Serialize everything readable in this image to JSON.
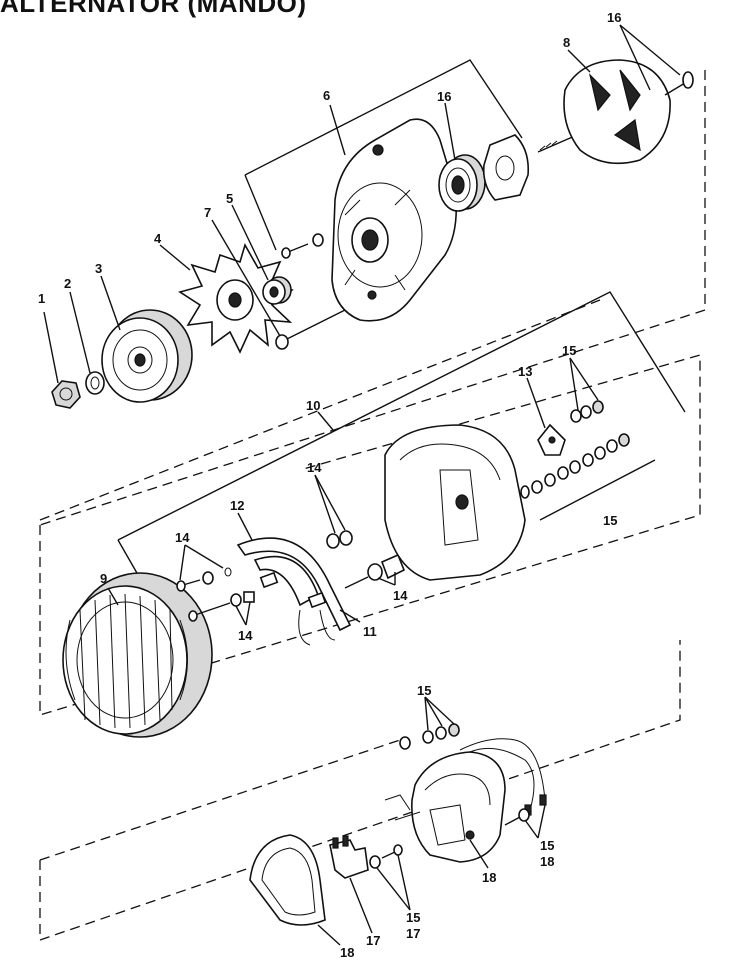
{
  "title": "ALTERNATOR (MANDO)",
  "callouts": [
    {
      "id": "c1",
      "text": "1"
    },
    {
      "id": "c2",
      "text": "2"
    },
    {
      "id": "c3",
      "text": "3"
    },
    {
      "id": "c4",
      "text": "4"
    },
    {
      "id": "c5",
      "text": "5"
    },
    {
      "id": "c6",
      "text": "6"
    },
    {
      "id": "c7",
      "text": "7"
    },
    {
      "id": "c8",
      "text": "8"
    },
    {
      "id": "c9",
      "text": "9"
    },
    {
      "id": "c10",
      "text": "10"
    },
    {
      "id": "c11",
      "text": "11"
    },
    {
      "id": "c12",
      "text": "12"
    },
    {
      "id": "c13",
      "text": "13"
    },
    {
      "id": "c14a",
      "text": "14"
    },
    {
      "id": "c14b",
      "text": "14"
    },
    {
      "id": "c14c",
      "text": "14"
    },
    {
      "id": "c14d",
      "text": "14"
    },
    {
      "id": "c15a",
      "text": "15"
    },
    {
      "id": "c15b",
      "text": "15"
    },
    {
      "id": "c15c",
      "text": "15"
    },
    {
      "id": "c15d",
      "text": "15"
    },
    {
      "id": "c15e",
      "text": "15"
    },
    {
      "id": "c16a",
      "text": "16"
    },
    {
      "id": "c16b",
      "text": "16"
    },
    {
      "id": "c17a",
      "text": "17"
    },
    {
      "id": "c17b",
      "text": "17"
    },
    {
      "id": "c18a",
      "text": "18"
    },
    {
      "id": "c18b",
      "text": "18"
    },
    {
      "id": "c18c",
      "text": "18"
    }
  ]
}
